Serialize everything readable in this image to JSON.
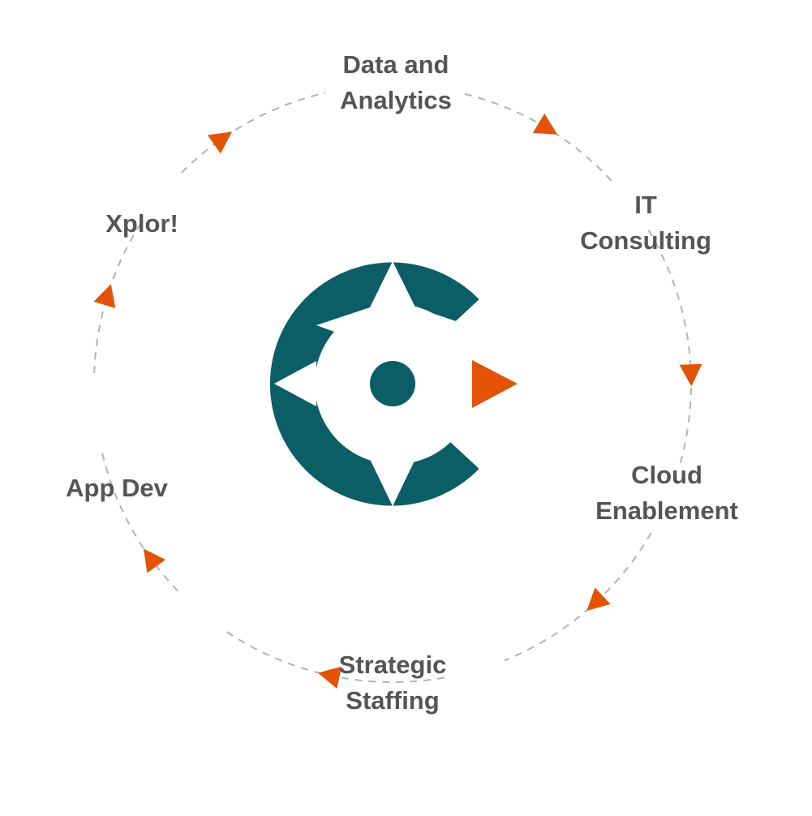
{
  "colors": {
    "logo": "#0b5d66",
    "arrow": "#e35205",
    "dash": "#b3b3b3",
    "label": "#555555"
  },
  "logo": {
    "icon": "compass-c-logo-icon"
  },
  "cycle": {
    "stages": [
      {
        "id": "data-analytics",
        "lines": [
          "Data and",
          "Analytics"
        ]
      },
      {
        "id": "it-consulting",
        "lines": [
          "IT",
          "Consulting"
        ]
      },
      {
        "id": "cloud-enablement",
        "lines": [
          "Cloud",
          "Enablement"
        ]
      },
      {
        "id": "strategic-staffing",
        "lines": [
          "Strategic",
          "Staffing"
        ]
      },
      {
        "id": "app-dev",
        "lines": [
          "App Dev"
        ]
      },
      {
        "id": "xplor",
        "lines": [
          "Xplor!"
        ]
      }
    ]
  }
}
